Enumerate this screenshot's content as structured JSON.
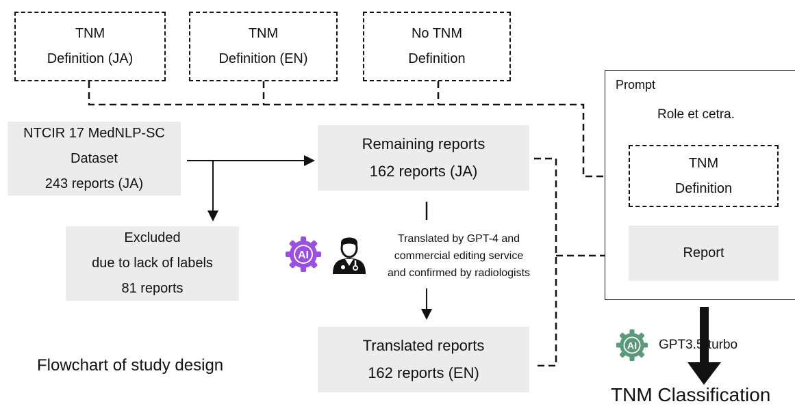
{
  "definition_boxes": [
    {
      "line1": "TNM",
      "line2": "Definition (JA)"
    },
    {
      "line1": "TNM",
      "line2": "Definition (EN)"
    },
    {
      "line1": "No TNM",
      "line2": "Definition"
    }
  ],
  "dataset": {
    "line1": "NTCIR 17 MedNLP-SC",
    "line2": "Dataset",
    "line3": "243 reports (JA)"
  },
  "excluded": {
    "line1": "Excluded",
    "line2": "due to lack of labels",
    "line3": "81 reports"
  },
  "remaining": {
    "line1": "Remaining reports",
    "line2": "162 reports (JA)"
  },
  "translation_note": {
    "line1": "Translated by GPT-4 and",
    "line2": "commercial editing service",
    "line3": "and confirmed by radiologists",
    "ai_badge": "AI"
  },
  "translated": {
    "line1": "Translated reports",
    "line2": "162 reports (EN)"
  },
  "caption": "Flowchart of study design",
  "prompt": {
    "title": "Prompt",
    "role": "Role et cetra.",
    "definition": {
      "line1": "TNM",
      "line2": "Definition"
    },
    "report": "Report"
  },
  "model": {
    "ai_badge": "AI",
    "label": "GPT3.5-turbo"
  },
  "output": "TNM Classification",
  "icons": [
    "ai-gear-icon-purple",
    "doctor-icon",
    "ai-gear-icon-green"
  ],
  "colors": {
    "ai_purple": "#9b4fe0",
    "ai_green": "#5a9a7a",
    "box_grey": "#ececec"
  }
}
